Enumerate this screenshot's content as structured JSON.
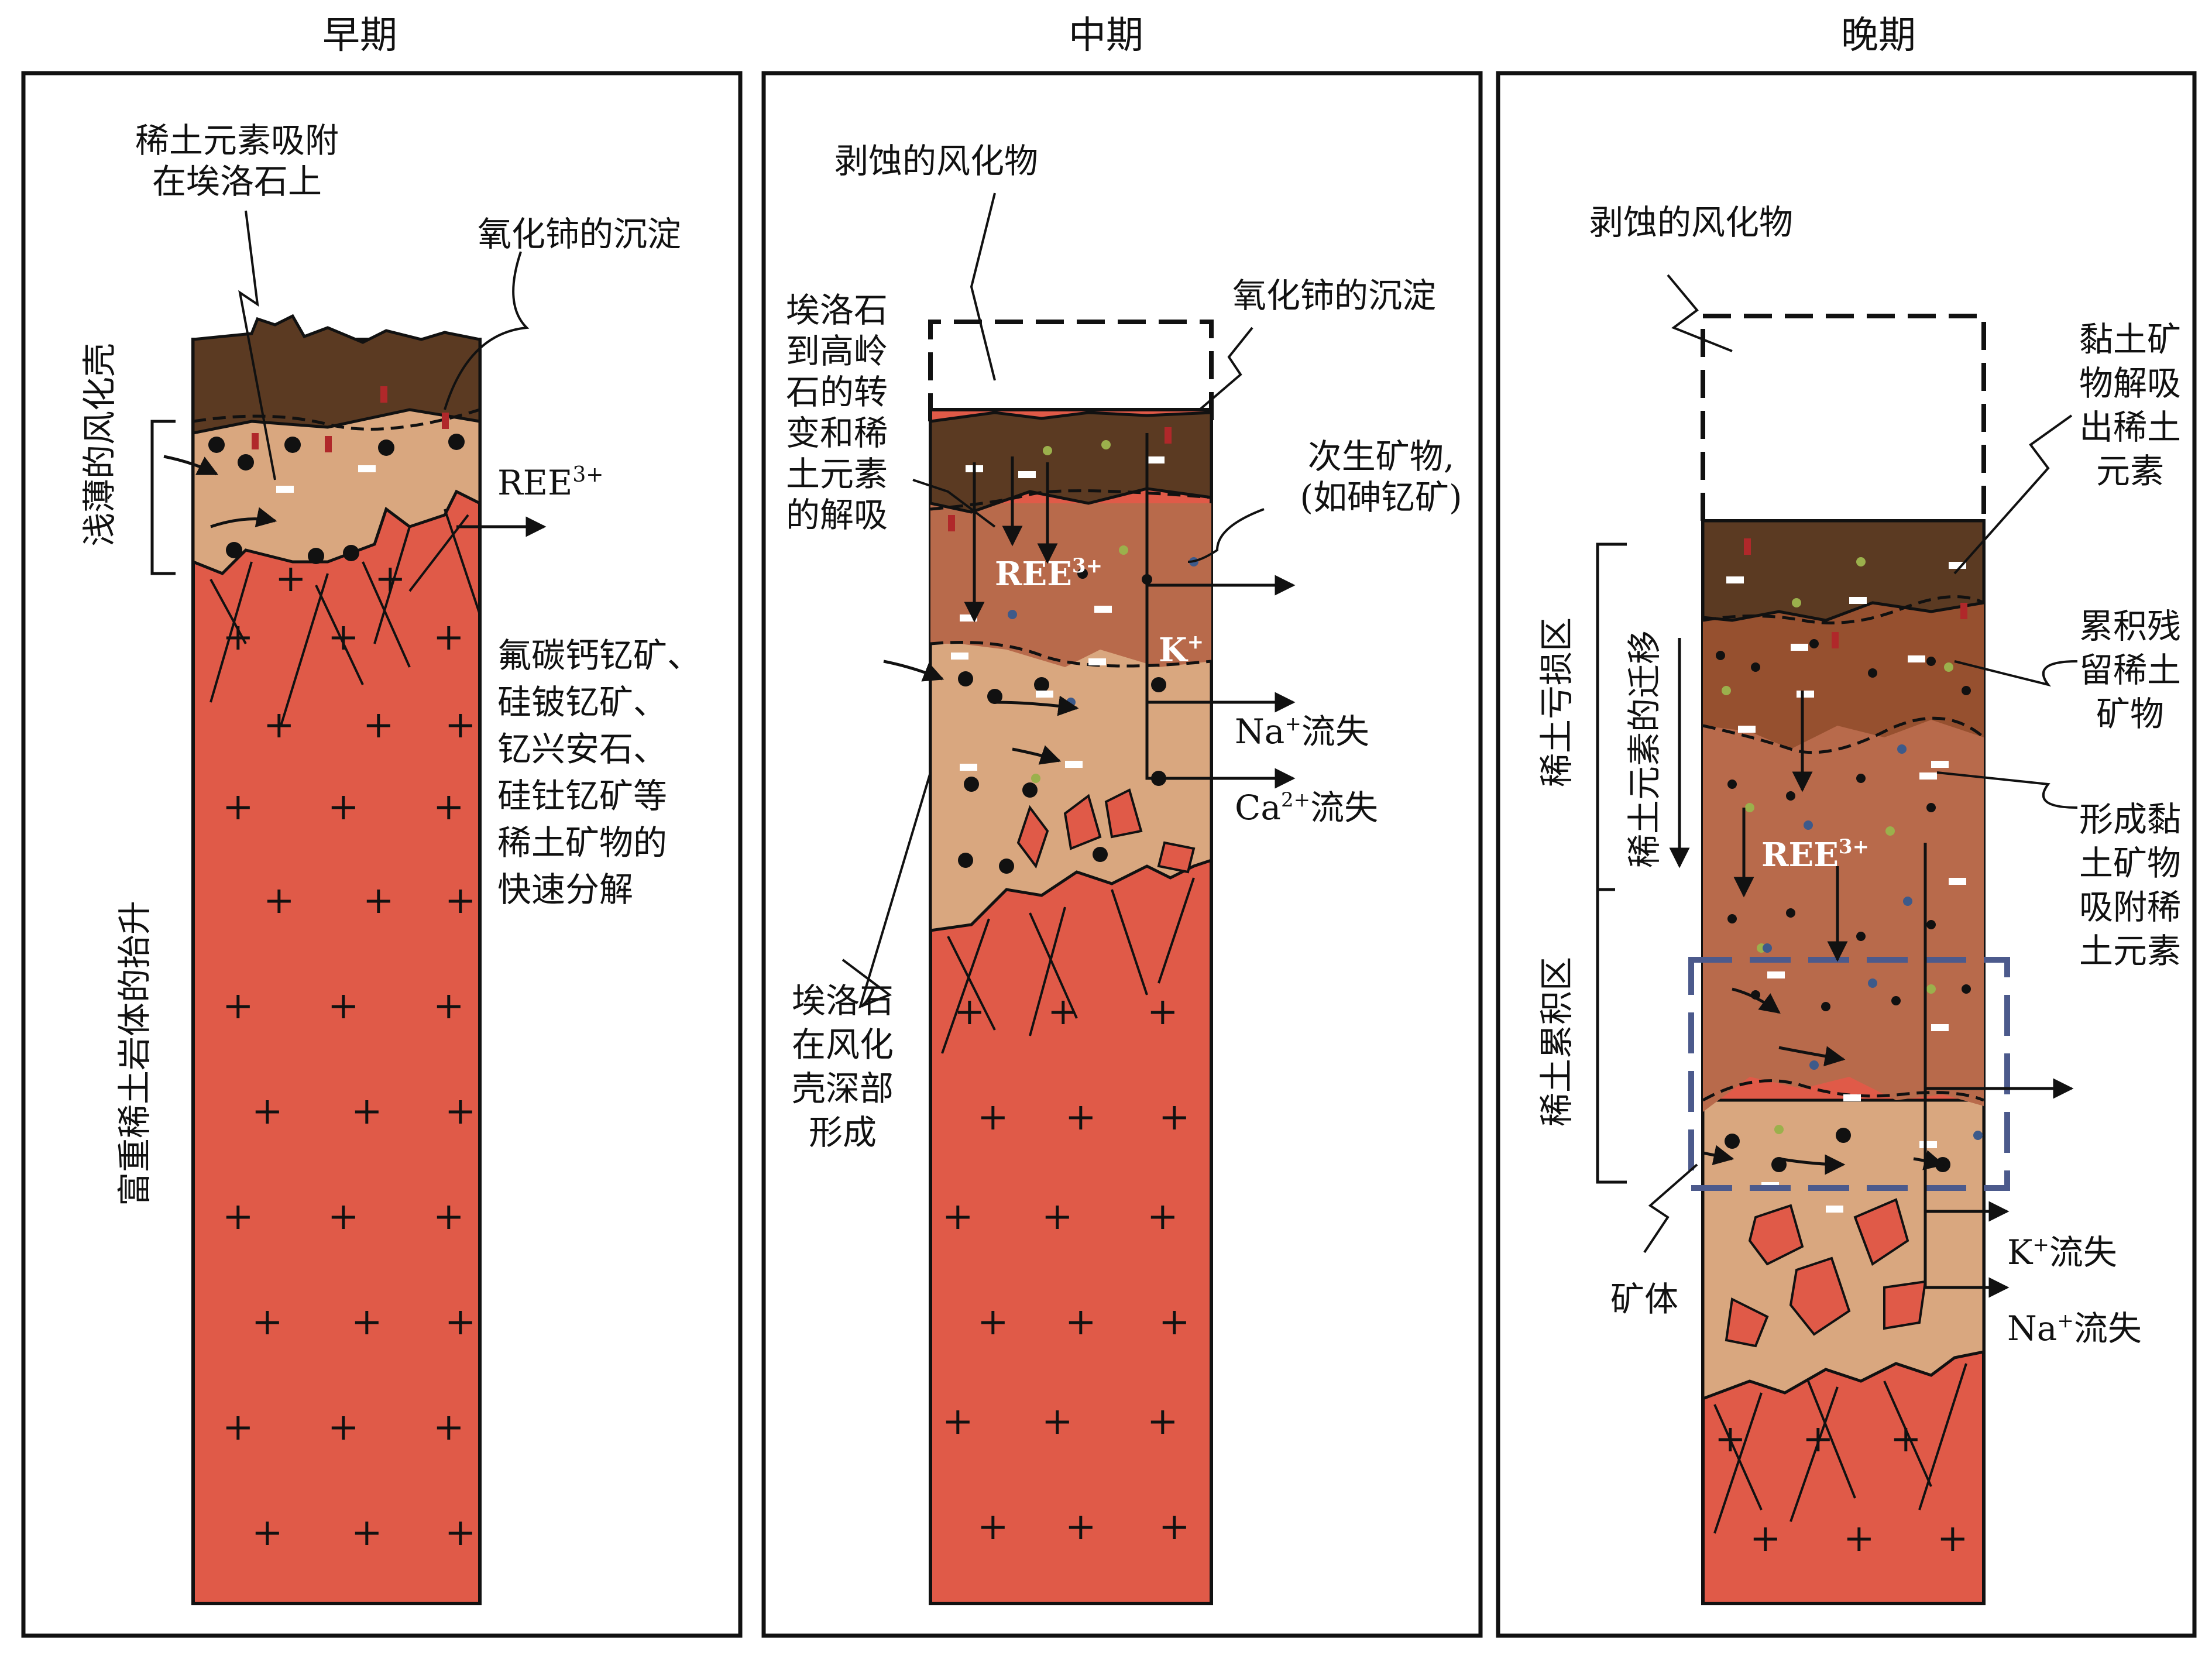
{
  "panels": [
    {
      "title": "早期",
      "labels": {
        "adsorb_1": "稀土元素吸附",
        "adsorb_2": "在埃洛石上",
        "cerium": "氧化铈的沉淀",
        "ree": "REE",
        "ree_sup": "3+",
        "shallow": "浅薄的风化壳",
        "uplift": "富重稀土岩体的抬升",
        "minerals": [
          "氟碳钙钇矿、",
          "硅铍钇矿、",
          "钇兴安石、",
          "硅钍钇矿等",
          "稀土矿物的",
          "快速分解"
        ]
      }
    },
    {
      "title": "中期",
      "labels": {
        "eroded": "剥蚀的风化物",
        "transform": [
          "埃洛石",
          "到高岭",
          "石的转",
          "变和稀",
          "土元素",
          "的解吸"
        ],
        "cerium": "氧化铈的沉淀",
        "secondary": [
          "次生矿物,",
          "(如砷钇矿)"
        ],
        "ree": "REE",
        "ree_sup": "3+",
        "k": "K",
        "k_sup": "+",
        "na_loss": "Na",
        "na_sup": "+",
        "ca_loss": "Ca",
        "ca_sup": "2+",
        "loss_word": "流失",
        "halloysite": [
          "埃洛石",
          "在风化",
          "壳深部",
          "形成"
        ]
      }
    },
    {
      "title": "晚期",
      "labels": {
        "eroded": "剥蚀的风化物",
        "clay_desorb": [
          "黏土矿",
          "物解吸",
          "出稀土",
          "元素"
        ],
        "deplete_zone": "稀土亏损区",
        "migration": "稀土元素的迁移",
        "accum_zone": "稀土累积区",
        "residual": [
          "累积残",
          "留稀土",
          "矿物"
        ],
        "clay_adsorb": [
          "形成黏",
          "土矿物",
          "吸附稀",
          "土元素"
        ],
        "ree": "REE",
        "ree_sup": "3+",
        "orebody": "矿体",
        "k_loss": "K",
        "k_sup": "+",
        "na_loss": "Na",
        "na_sup": "+",
        "loss_word": "流失"
      }
    }
  ],
  "colors": {
    "topsoil": "#5b3a22",
    "saprolite_light": "#d9a77f",
    "saprolite_mid": "#b86a4b",
    "bedrock": "#e05a48",
    "red_grain": "#b0282a",
    "green_dot": "#9bb04c",
    "blue_dot": "#3d5a8a",
    "accum_box": "#4c5a8c"
  }
}
